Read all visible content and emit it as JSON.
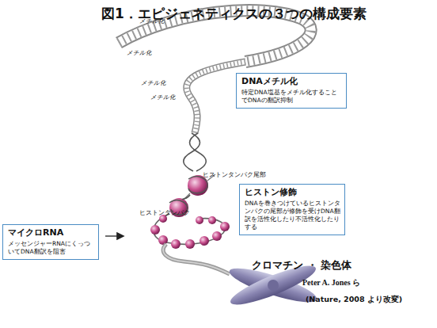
{
  "diagram": {
    "title": "図1．エピジェネティクスの３つの構成要素",
    "nodes": [
      {
        "text": [
          "DNAメチル化",
          "特定DNA塩基をメチル化することでDNAの翻訳抑制"
        ]
      },
      {
        "text": [
          "ヒストン修飾",
          "DNAを巻きつけているヒストンタンパクの尾部が修飾を受けDNA翻訳を活性化したり不活性化したりする"
        ]
      },
      {
        "text": [
          "マイクロRNA",
          "メッセンジャーRNAにくっついてDNA翻訳を阻害"
        ]
      }
    ],
    "labels": [
      "メチル化",
      "メチル化",
      "メチル化",
      "メチル化",
      "ヒストンタンパク尾部",
      "ヒストンタンパク",
      "クロマチン ・ 染色体",
      "Peter A. Jones ら",
      "(Nature, 2008 より改変)"
    ]
  }
}
